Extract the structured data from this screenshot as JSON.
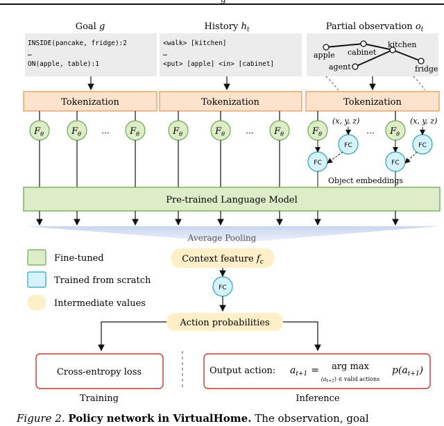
{
  "header_fragment": "g",
  "inputs": {
    "goal": {
      "title": "Goal",
      "var": "g",
      "lines": [
        "INSIDE(pancake, fridge):2",
        "…",
        "ON(apple, table):1"
      ]
    },
    "history": {
      "title": "History",
      "var": "h",
      "sub": "t",
      "lines": [
        "<walk> [kitchen]",
        "…",
        "<put> [apple] <in> [cabinet]"
      ]
    },
    "observation": {
      "title": "Partial observation",
      "var": "o",
      "sub": "t",
      "nodes": {
        "apple": "apple",
        "cabinet": "cabinet",
        "kitchen": "kitchen",
        "agent": "agent",
        "fridge": "fridge"
      }
    }
  },
  "tokenization_label": "Tokenization",
  "f_theta": {
    "base": "F",
    "sub": "θ"
  },
  "ellipsis": "···",
  "xyz_label": "(x, y, z)",
  "fc_label": "FC",
  "object_embeddings_label": "Object embeddings",
  "lm_label": "Pre-trained Language Model",
  "avg_pool_label": "Average Pooling",
  "context_feature": {
    "label": "Context feature",
    "var": "f",
    "sub": "c"
  },
  "action_probabilities_label": "Action probabilities",
  "legend": [
    {
      "label": "Fine-tuned",
      "color": "#dcedc8"
    },
    {
      "label": "Trained from scratch",
      "color": "#d6f3fb"
    },
    {
      "label": "Intermediate values",
      "color": "#fdefc7"
    }
  ],
  "loss_label": "Cross-entropy loss",
  "output_action": {
    "prefix": "Output action:",
    "lhs": "a",
    "lhs_sub": "t+1",
    "eq": "=",
    "op": "arg max",
    "op_sub": "(a",
    "op_sub2": "t+1",
    "op_sub3": ") ∈ valid actions",
    "rhs": "p(a",
    "rhs_sub": "t+1",
    "rhs_end": ")"
  },
  "training_label": "Training",
  "inference_label": "Inference",
  "caption": {
    "figure": "Figure 2.",
    "title": "Policy network in VirtualHome.",
    "text": "The observation, goal"
  },
  "colors": {
    "tokenization": "#fde2cc",
    "tokenization_border": "#e59a5e",
    "green": "#dcedc8",
    "green_border": "#6aa84f",
    "cyan": "#d6f3fb",
    "cyan_border": "#2aa0c0",
    "yellow": "#fdefc7",
    "red": "#c0392b",
    "pool": "#c9d6ef"
  }
}
